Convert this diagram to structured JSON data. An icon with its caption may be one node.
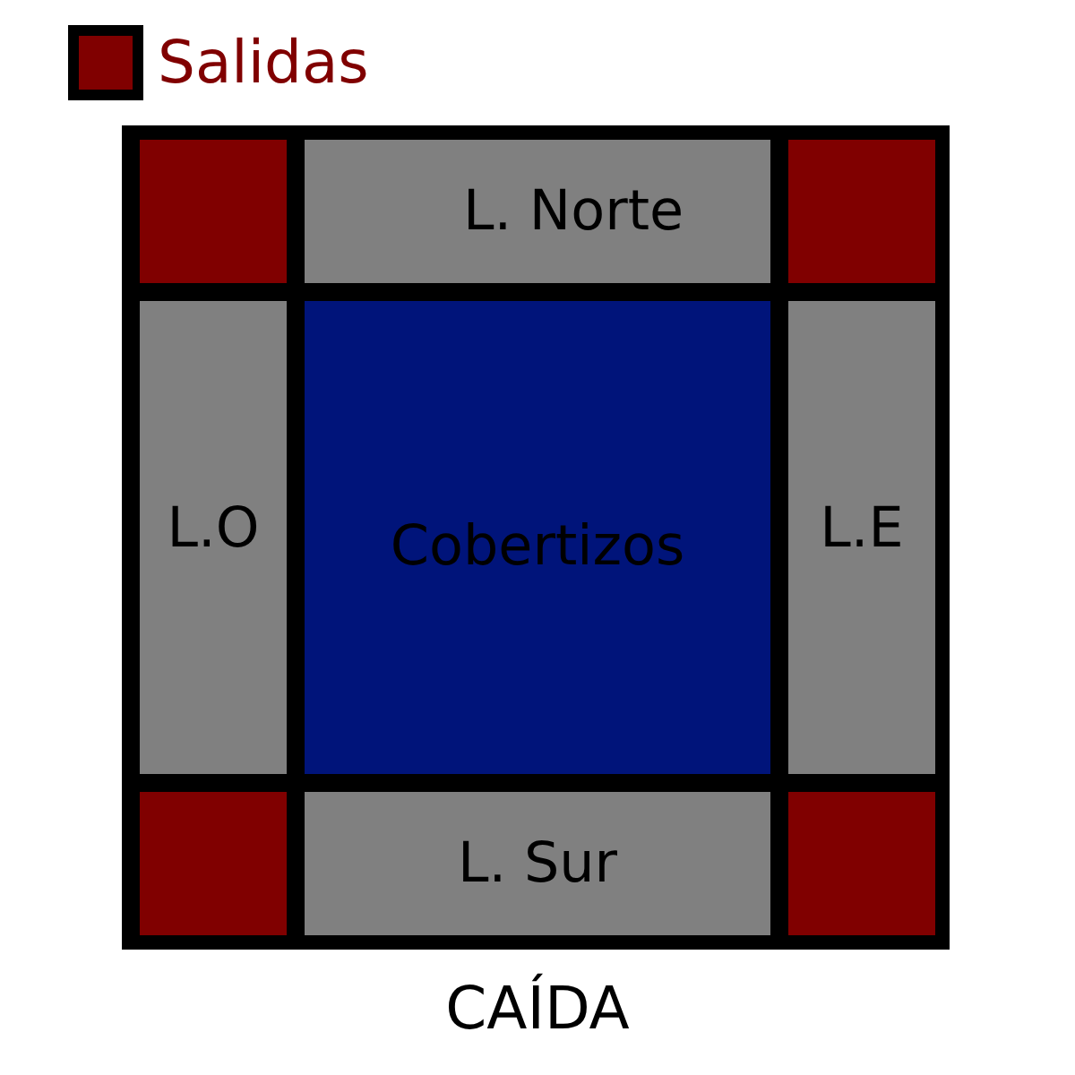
{
  "diagram": {
    "nodes": [
      {
        "text": [],
        "shape": "box"
      },
      {
        "text": [],
        "shape": "box",
        "in": 0
      },
      {
        "text": [
          "L. Norte"
        ],
        "in": 0
      },
      {
        "text": [],
        "shape": "box",
        "in": 0
      },
      {
        "text": [
          "L.O"
        ],
        "in": 0
      },
      {
        "text": [
          "Cobertizos"
        ],
        "in": 0
      },
      {
        "text": [
          "L.E"
        ],
        "in": 0
      },
      {
        "text": [],
        "shape": "box",
        "in": 0
      },
      {
        "text": [
          "L. Sur"
        ],
        "in": 0
      },
      {
        "text": [],
        "shape": "box",
        "in": 0
      }
    ],
    "labels": [
      "CAÍDA"
    ],
    "legend": [
      {
        "text": "Salidas",
        "color": "#800000"
      }
    ]
  }
}
